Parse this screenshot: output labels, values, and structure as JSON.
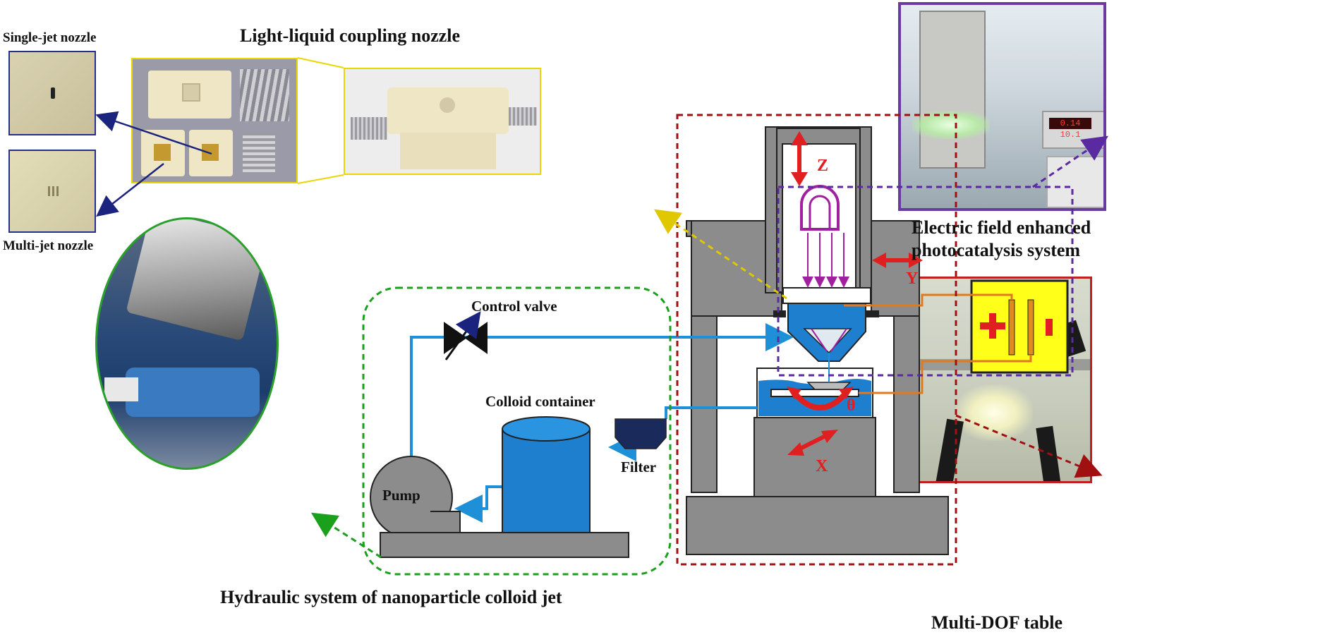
{
  "labels": {
    "single_jet": "Single-jet nozzle",
    "multi_jet": "Multi-jet nozzle",
    "light_liquid": "Light-liquid  coupling nozzle",
    "electric_field_1": "Electric field enhanced",
    "electric_field_2": "photocatalysis system",
    "multi_dof": "Multi-DOF table",
    "hydraulic": "Hydraulic  system of nanoparticle  colloid  jet",
    "control_valve": "Control  valve",
    "colloid_container": "Colloid  container",
    "filter": "Filter",
    "pump": "Pump",
    "axis_z": "Z",
    "axis_y": "Y",
    "axis_x": "X",
    "axis_theta": "θ"
  },
  "colors": {
    "machine_gray": "#8c8c8c",
    "water_blue": "#1f7fcf",
    "pipe_blue": "#1e90d8",
    "yellow_box": "#ffff1a",
    "red_dash": "#a01010",
    "green_dash": "#1aa01a",
    "purple_dash": "#5a2aa0",
    "yellow_dash": "#e0c800",
    "navy_arrow": "#1a237e",
    "red_arrow": "#e02020"
  }
}
